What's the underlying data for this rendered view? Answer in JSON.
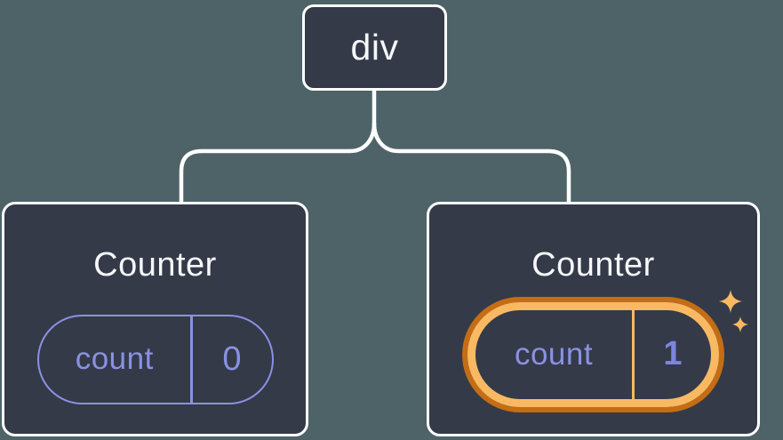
{
  "theme": {
    "page-bg": "#4D6368",
    "node-bg": "#343A48",
    "node-border": "#FFFFFF",
    "connector": "#FFFFFF",
    "state-purple": "#8A91E3",
    "highlight-orange": "#F9B963",
    "highlight-orange-dark": "#C46D14",
    "title-color": "#F6F7F9"
  },
  "tree": {
    "root": {
      "label": "div"
    },
    "children": [
      {
        "title": "Counter",
        "state": {
          "key": "count",
          "value": "0"
        },
        "highlighted": false
      },
      {
        "title": "Counter",
        "state": {
          "key": "count",
          "value": "1"
        },
        "highlighted": true
      }
    ]
  }
}
